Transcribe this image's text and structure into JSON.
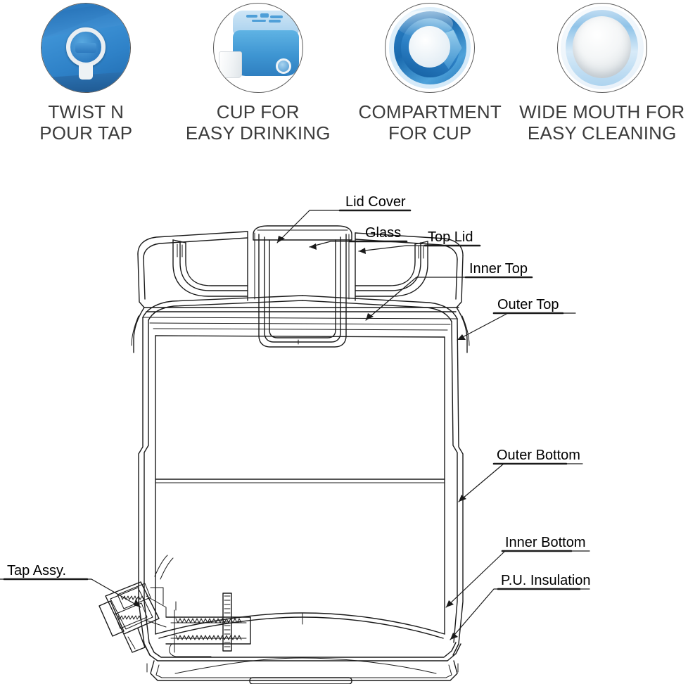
{
  "features": [
    {
      "icon": "twist-n-pour-tap-icon",
      "caption": "TWIST N\nPOUR TAP"
    },
    {
      "icon": "cup-for-easy-drinking-icon",
      "caption": "CUP FOR\nEASY DRINKING"
    },
    {
      "icon": "compartment-for-cup-icon",
      "caption": "COMPARTMENT\nFOR CUP"
    },
    {
      "icon": "wide-mouth-icon",
      "caption": "WIDE MOUTH FOR\nEASY CLEANING"
    }
  ],
  "diagram": {
    "title": "Insulated water jug exploded parts diagram",
    "labels": [
      {
        "id": "lid-cover",
        "text": "Lid Cover"
      },
      {
        "id": "glass",
        "text": "Glass"
      },
      {
        "id": "top-lid",
        "text": "Top Lid"
      },
      {
        "id": "inner-top",
        "text": "Inner Top"
      },
      {
        "id": "outer-top",
        "text": "Outer Top"
      },
      {
        "id": "outer-bottom",
        "text": "Outer Bottom"
      },
      {
        "id": "inner-bottom",
        "text": "Inner Bottom"
      },
      {
        "id": "pu-insulation",
        "text": "P.U. Insulation"
      },
      {
        "id": "tap-assy",
        "text": "Tap Assy."
      }
    ]
  },
  "colors": {
    "caption_text": "#3c3c3c",
    "label_text": "#000000",
    "line": "#1a1a1a",
    "brand_blue": "#2f7fc4",
    "background": "#ffffff"
  }
}
